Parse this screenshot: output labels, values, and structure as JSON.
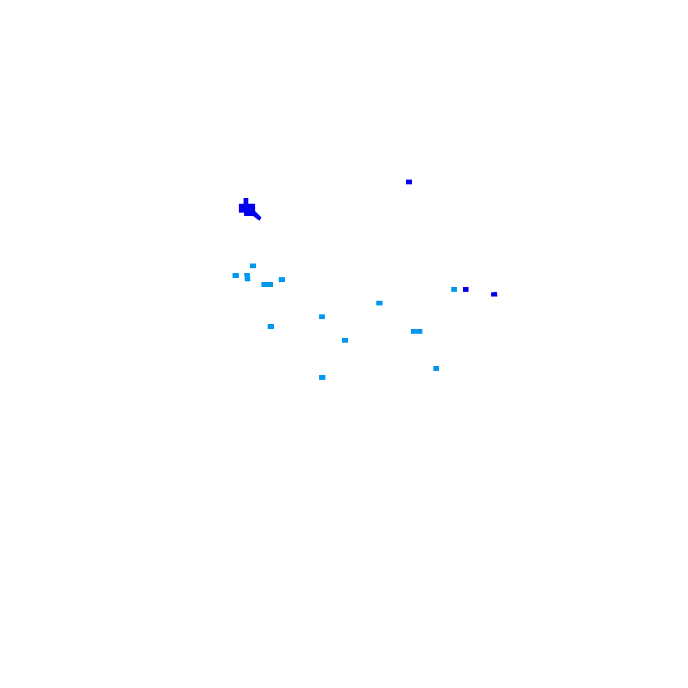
{
  "palette": {
    "background": "#ffffff",
    "category_dark": "#0000ee",
    "category_light": "#0099ee"
  },
  "map": {
    "features": [
      {
        "id": "a",
        "category": "dark"
      },
      {
        "id": "b",
        "category": "dark"
      },
      {
        "id": "c",
        "category": "dark"
      },
      {
        "id": "d",
        "category": "dark"
      },
      {
        "id": "e",
        "category": "light"
      },
      {
        "id": "f",
        "category": "light"
      },
      {
        "id": "g",
        "category": "light"
      },
      {
        "id": "h",
        "category": "light"
      },
      {
        "id": "i",
        "category": "light"
      },
      {
        "id": "j",
        "category": "light"
      },
      {
        "id": "k",
        "category": "light"
      },
      {
        "id": "l",
        "category": "light"
      },
      {
        "id": "m",
        "category": "light"
      },
      {
        "id": "n",
        "category": "light"
      },
      {
        "id": "o",
        "category": "light"
      },
      {
        "id": "p",
        "category": "light"
      },
      {
        "id": "q",
        "category": "light"
      }
    ]
  }
}
